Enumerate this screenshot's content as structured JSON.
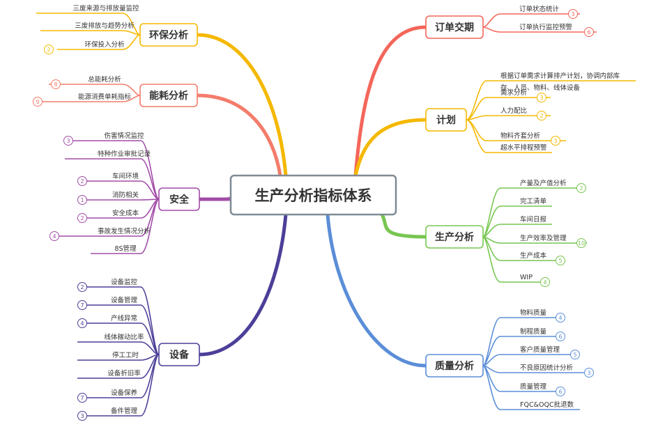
{
  "root": "生产分析指标体系",
  "colors": {
    "root_border": "#7f8a94",
    "badge_fill": "#ffffff"
  },
  "branches": [
    {
      "id": "huanbao",
      "label": "环保分析",
      "color": "#f5b800",
      "items": [
        {
          "text": "三废来源与排放量监控"
        },
        {
          "text": "三废排放与趋势分析"
        },
        {
          "text": "环保投入分析",
          "badge": "2"
        }
      ]
    },
    {
      "id": "nenghao",
      "label": "能耗分析",
      "color": "#f47c6b",
      "items": [
        {
          "text": "总能耗分析",
          "badge": "8"
        },
        {
          "text": "能源消费单耗指标",
          "badge": "9"
        }
      ]
    },
    {
      "id": "anquan",
      "label": "安全",
      "color": "#a24ca8",
      "items": [
        {
          "text": "伤害情况监控",
          "badge": "3"
        },
        {
          "text": "特种作业审批记录"
        },
        {
          "text": "车间环境",
          "badge": "2"
        },
        {
          "text": "消防相关",
          "badge": "1"
        },
        {
          "text": "安全成本",
          "badge": "2"
        },
        {
          "text": "事故发生情况分析",
          "badge": "4"
        },
        {
          "text": "8S管理"
        }
      ]
    },
    {
      "id": "shebei",
      "label": "设备",
      "color": "#4b3f99",
      "items": [
        {
          "text": "设备监控",
          "badge": "2"
        },
        {
          "text": "设备管理",
          "badge": "7"
        },
        {
          "text": "产线异常",
          "badge": "4"
        },
        {
          "text": "线体稼动比率"
        },
        {
          "text": "停工工时"
        },
        {
          "text": "设备折旧率"
        },
        {
          "text": "设备保养",
          "badge": "7"
        },
        {
          "text": "备件管理",
          "badge": "3"
        }
      ]
    },
    {
      "id": "dingdan",
      "label": "订单交期",
      "color": "#f4665a",
      "items": [
        {
          "text": "订单状态统计",
          "badge": "3"
        },
        {
          "text": "订单执行监控预警",
          "badge": "6"
        }
      ]
    },
    {
      "id": "jihua",
      "label": "计划",
      "color": "#f5b800",
      "items": [
        {
          "text": "根据订单需求计算排产计划，协调内部库"
        },
        {
          "text": "需求分析",
          "badge": "3"
        },
        {
          "text": "人力配比",
          "badge": "2"
        },
        {
          "text": "物料齐套分析",
          "badge": "3"
        },
        {
          "text": "超水平排程预警"
        }
      ],
      "note_line2": "存、人员、物料、线体设备"
    },
    {
      "id": "shengchan",
      "label": "生产分析",
      "color": "#77c650",
      "items": [
        {
          "text": "产量及产值分析",
          "badge": "2"
        },
        {
          "text": "完工清单"
        },
        {
          "text": "车间日报"
        },
        {
          "text": "生产效率及管理",
          "badge": "10"
        },
        {
          "text": "生产成本",
          "badge": "5"
        },
        {
          "text": "WIP",
          "badge": "4"
        }
      ]
    },
    {
      "id": "zhiliang",
      "label": "质量分析",
      "color": "#5b8ed8",
      "items": [
        {
          "text": "物料质量",
          "badge": "4"
        },
        {
          "text": "制程质量",
          "badge": "6"
        },
        {
          "text": "客户质量管理",
          "badge": "5"
        },
        {
          "text": "不良原因统计分析",
          "badge": "3"
        },
        {
          "text": "质量管理",
          "badge": "6"
        },
        {
          "text": "FQC&OQC批退数"
        }
      ]
    }
  ]
}
